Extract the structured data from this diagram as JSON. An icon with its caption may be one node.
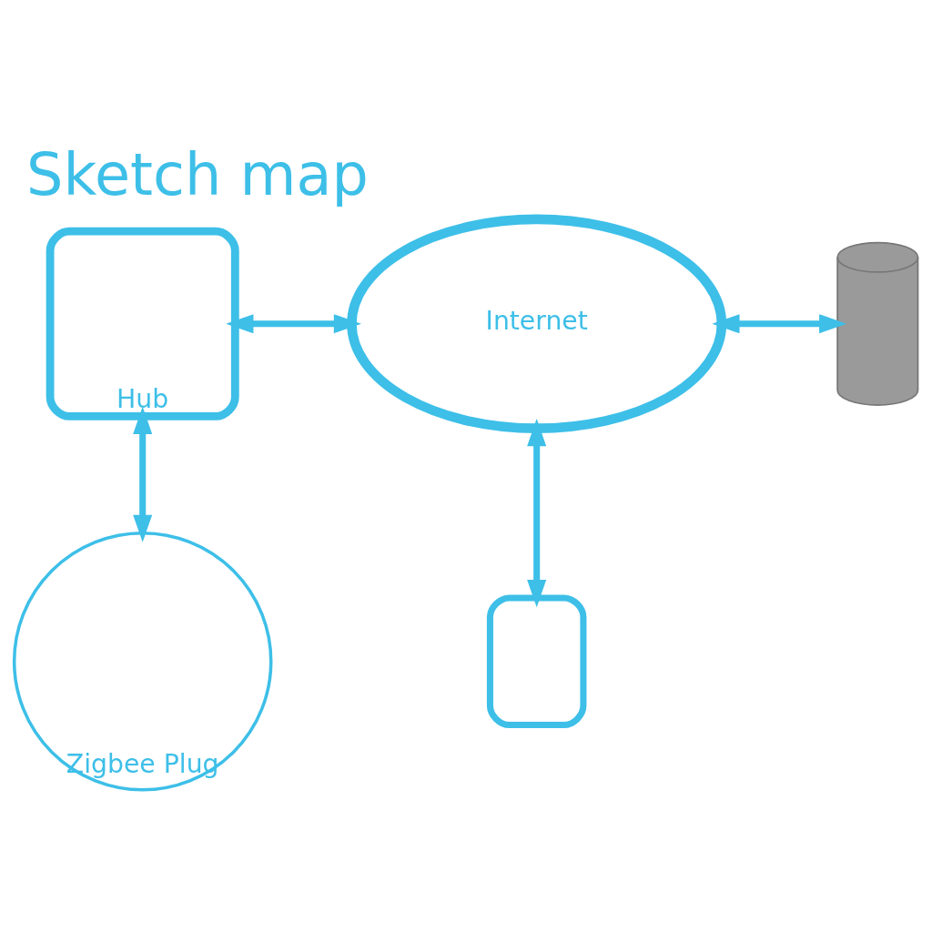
{
  "diagram": {
    "title": "Sketch map",
    "nodes": [
      {
        "text": [
          "Hub"
        ]
      },
      {
        "text": [
          "Internet"
        ]
      },
      {
        "text": [],
        "shape": "cylinder"
      },
      {
        "text": [],
        "shape": "box"
      },
      {
        "text": [
          "Zigbee Plug"
        ]
      }
    ],
    "edges": [
      {
        "from": 0,
        "to": 1,
        "arrow": "both"
      },
      {
        "from": 1,
        "to": 2,
        "arrow": "both"
      },
      {
        "from": 1,
        "to": 3,
        "arrow": "both"
      },
      {
        "from": 0,
        "to": 4,
        "arrow": "both"
      }
    ]
  }
}
